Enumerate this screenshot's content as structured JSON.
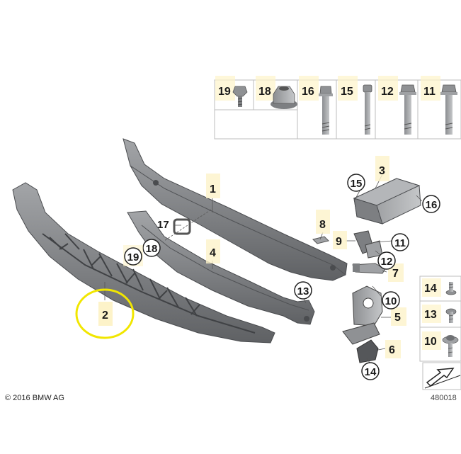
{
  "diagram": {
    "copyright": "© 2016 BMW AG",
    "figure_number": "480018",
    "highlight_color": "#f1e600",
    "label_box_color": "#fdf3c9",
    "part_color": "#7b7d80",
    "top_fasteners": [
      "19",
      "18",
      "16",
      "15",
      "12",
      "11"
    ],
    "side_fasteners": [
      "14",
      "13",
      "10"
    ],
    "callouts": {
      "c1": "1",
      "c2": "2",
      "c3": "3",
      "c4": "4",
      "c5": "5",
      "c6": "6",
      "c7": "7",
      "c8": "8",
      "c9": "9",
      "c10": "10",
      "c11": "11",
      "c12": "12",
      "c13": "13",
      "c14": "14",
      "c15": "15",
      "c16": "16",
      "c17": "17",
      "c18": "18",
      "c19": "19"
    }
  }
}
